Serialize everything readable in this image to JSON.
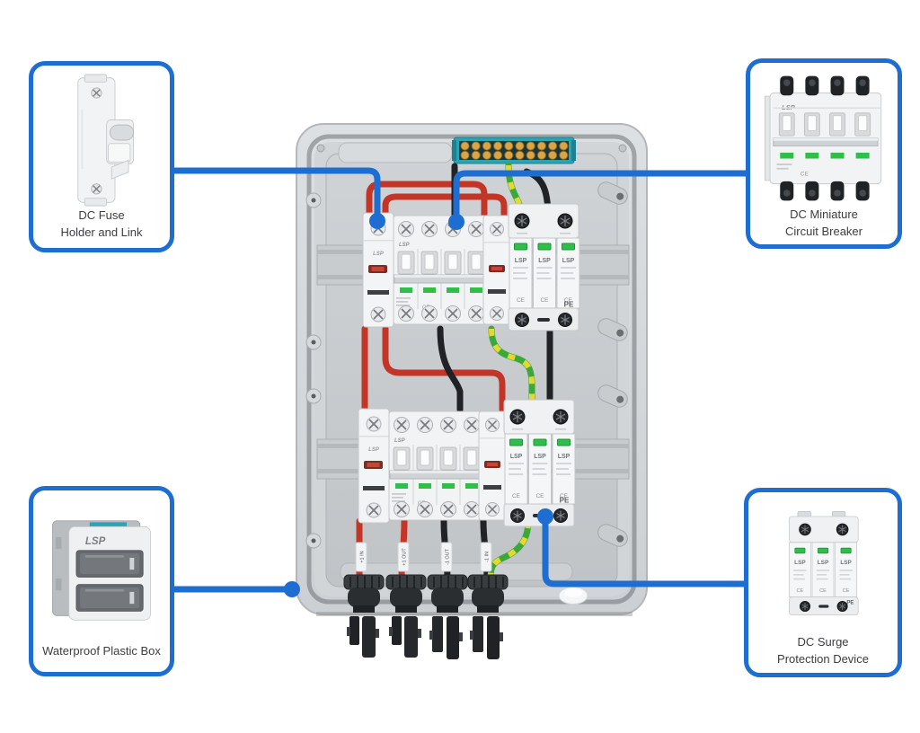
{
  "brand": "LSP",
  "callouts": {
    "top_left": {
      "line1": "DC Fuse",
      "line2": "Holder and Link"
    },
    "top_right": {
      "line1": "DC Miniature",
      "line2": "Circuit Breaker"
    },
    "bottom_left": {
      "line1": "Waterproof Plastic Box",
      "line2": ""
    },
    "bottom_right": {
      "line1": "DC Surge",
      "line2": "Protection Device"
    }
  },
  "enclosure": {
    "pe_label": "PE",
    "ce_label": "CE",
    "wire_sleeve_labels": [
      "+1 IN",
      "+1 OUT",
      "-1 OUT",
      "-1 IN"
    ]
  },
  "colors": {
    "accent_blue": "#1e6ed2",
    "wire_red": "#c23527",
    "wire_black": "#202225",
    "ground_green": "#3aa93a",
    "ground_yellow": "#e6d832",
    "busbar_teal": "#2aa4b5",
    "terminal_gold": "#d9a646",
    "indicator_green": "#2fbf49",
    "indicator_red": "#cb4335",
    "box_gray": "#d3d6d9"
  }
}
